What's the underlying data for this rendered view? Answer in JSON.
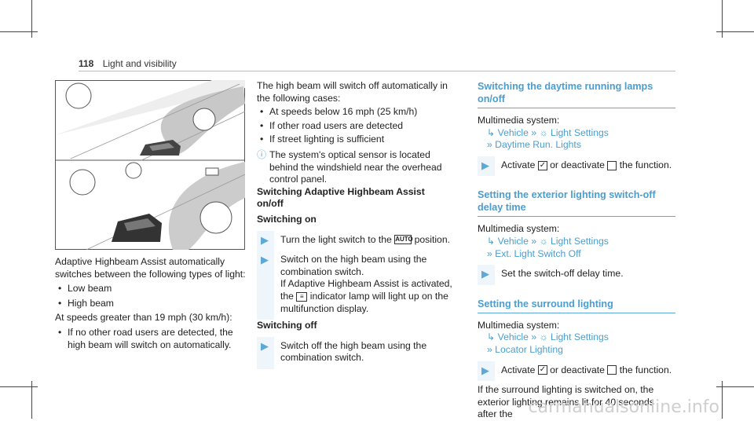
{
  "header": {
    "page_number": "118",
    "title": "Light and visibility"
  },
  "left": {
    "intro": "Adaptive Highbeam Assist automatically switches between the following types of light:",
    "light_types": [
      "Low beam",
      "High beam"
    ],
    "speed_text": "At speeds greater than 19 mph (30 km/h):",
    "speed_bullet": "If no other road users are detected, the high beam will switch on automatically."
  },
  "middle": {
    "intro": "The high beam will switch off automatically in the following cases:",
    "cases": [
      "At speeds below 16 mph (25 km/h)",
      "If other road users are detected",
      "If street lighting is sufficient"
    ],
    "info_note": "The system's optical sensor is located behind the windshield near the overhead control panel.",
    "section_heading": "Switching Adaptive Highbeam Assist on/off",
    "on_heading": "Switching on",
    "on_step1_a": "Turn the light switch to the",
    "on_step1_icon": "AUTO",
    "on_step1_b": "position.",
    "on_step2_a": "Switch on the high beam using the combination switch.",
    "on_step2_b": "If Adaptive Highbeam Assist is activated, the",
    "on_step2_c": "indicator lamp will light up on the multifunction display.",
    "off_heading": "Switching off",
    "off_step": "Switch off the high beam using the combination switch."
  },
  "right": {
    "sections": [
      {
        "title": "Switching the daytime running lamps on/off",
        "intro": "Multimedia system:",
        "path_vehicle": "Vehicle",
        "path_settings": "Light Settings",
        "path_item": "Daytime Run. Lights",
        "step_a": "Activate",
        "step_b": "or deactivate",
        "step_c": "the function."
      },
      {
        "title": "Setting the exterior lighting switch-off delay time",
        "intro": "Multimedia system:",
        "path_vehicle": "Vehicle",
        "path_settings": "Light Settings",
        "path_item": "Ext. Light Switch Off",
        "step": "Set the switch-off delay time."
      },
      {
        "title": "Setting the surround lighting",
        "intro": "Multimedia system:",
        "path_vehicle": "Vehicle",
        "path_settings": "Light Settings",
        "path_item": "Locator Lighting",
        "step_a": "Activate",
        "step_b": "or deactivate",
        "step_c": "the function.",
        "outro": "If the surround lighting is switched on, the exterior lighting remains lit for 40 seconds after the"
      }
    ]
  },
  "watermark": "carmanualsonline.info",
  "colors": {
    "accent": "#4a9ecf"
  }
}
